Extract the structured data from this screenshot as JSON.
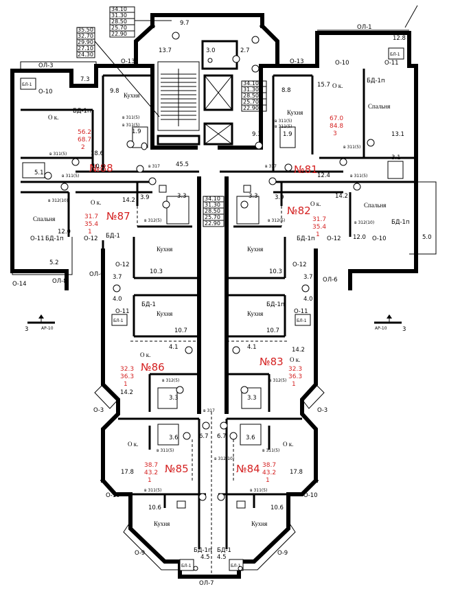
{
  "levels_top": [
    "34.10",
    "31.30",
    "28.50",
    "25.70",
    "22.90"
  ],
  "levels_left": [
    "35.50",
    "32.70",
    "29.90",
    "27.10",
    "24.30"
  ],
  "levels_stair": [
    "34.10",
    "31.30",
    "28.50",
    "25.70",
    "22.90"
  ],
  "levels_center": [
    "34.10",
    "31.30",
    "28.50",
    "25.70",
    "22.90"
  ],
  "apartments": [
    {
      "num": "№88",
      "a": "56.2",
      "b": "68.7",
      "c": "2"
    },
    {
      "num": "№87",
      "a": "31.7",
      "b": "35.4",
      "c": "1"
    },
    {
      "num": "№86",
      "a": "32.3",
      "b": "36.3",
      "c": "1"
    },
    {
      "num": "№85",
      "a": "38.7",
      "b": "43.2",
      "c": "1"
    },
    {
      "num": "№84",
      "a": "38.7",
      "b": "43.2",
      "c": "1"
    },
    {
      "num": "№83",
      "a": "32.3",
      "b": "36.3",
      "c": "1"
    },
    {
      "num": "№82",
      "a": "31.7",
      "b": "35.4",
      "c": "1"
    },
    {
      "num": "№81",
      "a": "67.0",
      "b": "84.8",
      "c": "3"
    }
  ],
  "rooms": {
    "kitchen": "Кухня",
    "bedroom": "Спальня",
    "room": "О к."
  },
  "marks": {
    "ol1": "ОЛ-1",
    "ol3": "ОЛ-3",
    "ol6": "ОЛ-6",
    "ol7": "ОЛ-7",
    "ol8": "ОЛ-8",
    "o9": "О-9",
    "o10": "О-10",
    "o11": "О-11",
    "o12": "О-12",
    "o13": "О-13",
    "o14": "О-14",
    "o3": "О-3",
    "bd1": "БД-1",
    "bd1p": "БД-1п",
    "bl1": "БЛ-1",
    "e317": "в 317",
    "e312": "в 312(5)",
    "e311": "в 311(5)",
    "e312_10": "в 312(10)",
    "e312_10b": "в 312(10)",
    "ar": "АР-10",
    "three": "3"
  },
  "dims": {
    "d97": "9.7",
    "d137": "13.7",
    "d30": "3.0",
    "d27": "2.7",
    "d73": "7.3",
    "d98": "9.8",
    "d186": "18.6",
    "d108": "10.8",
    "d51": "5.1",
    "d455": "45.5",
    "d93": "9.3",
    "d88": "8.8",
    "d157": "15.7",
    "d128": "12.8",
    "d131": "13.1",
    "d31": "3.1",
    "d124": "12.4",
    "d142": "14.2",
    "d39": "3.9",
    "d33": "3.3",
    "d120": "12.0",
    "d52": "5.2",
    "d50": "5.0",
    "d19": "1.9",
    "d103": "10.3",
    "d37": "3.7",
    "d40": "4.0",
    "d107": "10.7",
    "d41": "4.1",
    "d36": "3.6",
    "d67": "6.7",
    "d178": "17.8",
    "d106": "10.6",
    "d45": "4.5"
  }
}
